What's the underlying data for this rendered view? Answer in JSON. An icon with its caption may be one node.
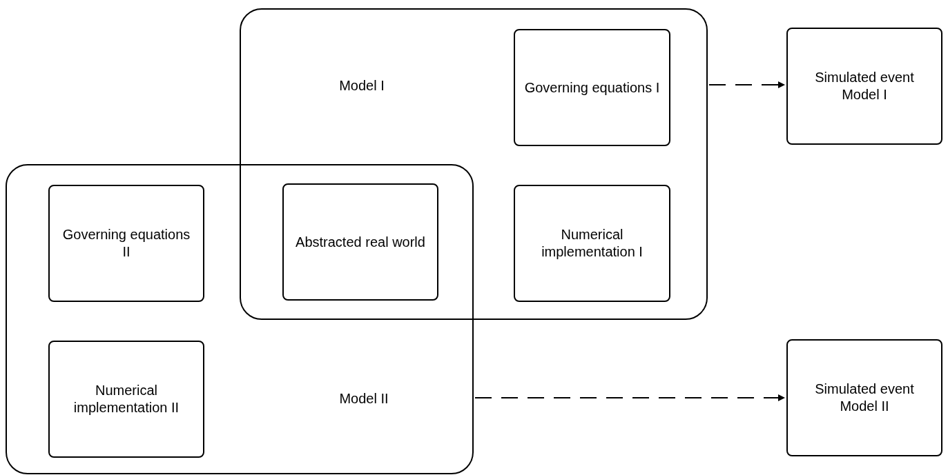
{
  "diagram": {
    "nodes": [
      {
        "text": [
          "Model I"
        ]
      },
      {
        "text": [
          "Governing equations I"
        ],
        "in": 0
      },
      {
        "text": [
          "Numerical implementation I"
        ],
        "in": 0
      },
      {
        "text": [
          "Model II"
        ]
      },
      {
        "text": [
          "Abstracted real world"
        ]
      },
      {
        "text": [
          "Governing equations II"
        ],
        "in": 3
      },
      {
        "text": [
          "Numerical implementation II"
        ],
        "in": 3
      },
      {
        "text": [
          "Simulated event Model I"
        ]
      },
      {
        "text": [
          "Simulated event Model II"
        ]
      }
    ],
    "edges": [
      {
        "from": 0,
        "to": 7,
        "arrow": "to",
        "style": "dashed"
      },
      {
        "from": 3,
        "to": 8,
        "arrow": "to",
        "style": "dashed"
      }
    ]
  }
}
